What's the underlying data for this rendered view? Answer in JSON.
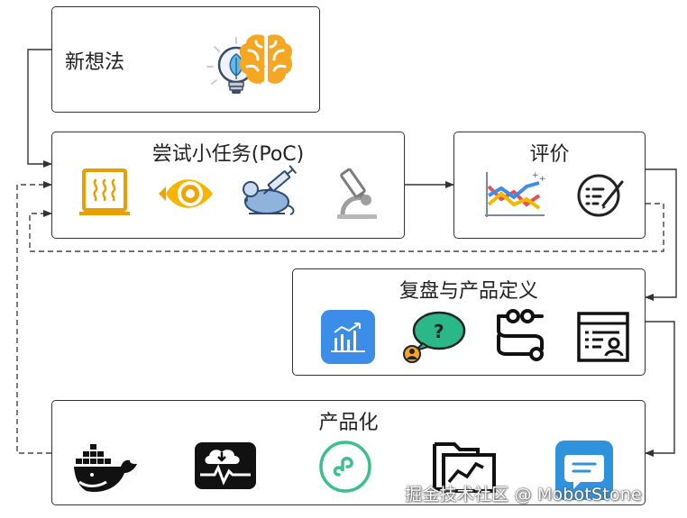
{
  "nodes": {
    "new_idea": {
      "label": "新想法",
      "icons": [
        "lightbulb-leaf-icon",
        "brain-icon"
      ]
    },
    "poc": {
      "label": "尝试小任务(PoC)",
      "icons": [
        "heating-oven-icon",
        "eye-icon",
        "lab-mouse-syringe-icon",
        "microscope-icon"
      ]
    },
    "evaluate": {
      "label": "评价",
      "icons": [
        "trend-chart-icon",
        "checklist-icon"
      ]
    },
    "review": {
      "label": "复盘与产品定义",
      "icons": [
        "analytics-chart-icon",
        "question-bubble-icon",
        "workflow-icon",
        "profile-card-icon"
      ]
    },
    "productize": {
      "label": "产品化",
      "icons": [
        "docker-whale-icon",
        "cloud-download-monitor-icon",
        "mini-program-icon",
        "folder-chart-icon",
        "message-app-icon"
      ]
    }
  },
  "watermark": "掘金技术社区 @ MobotStone",
  "colors": {
    "orange": "#f5a623",
    "oven": "#e8a000",
    "blue": "#3b8de8",
    "green": "#3bbf8e",
    "border": "#333333"
  }
}
